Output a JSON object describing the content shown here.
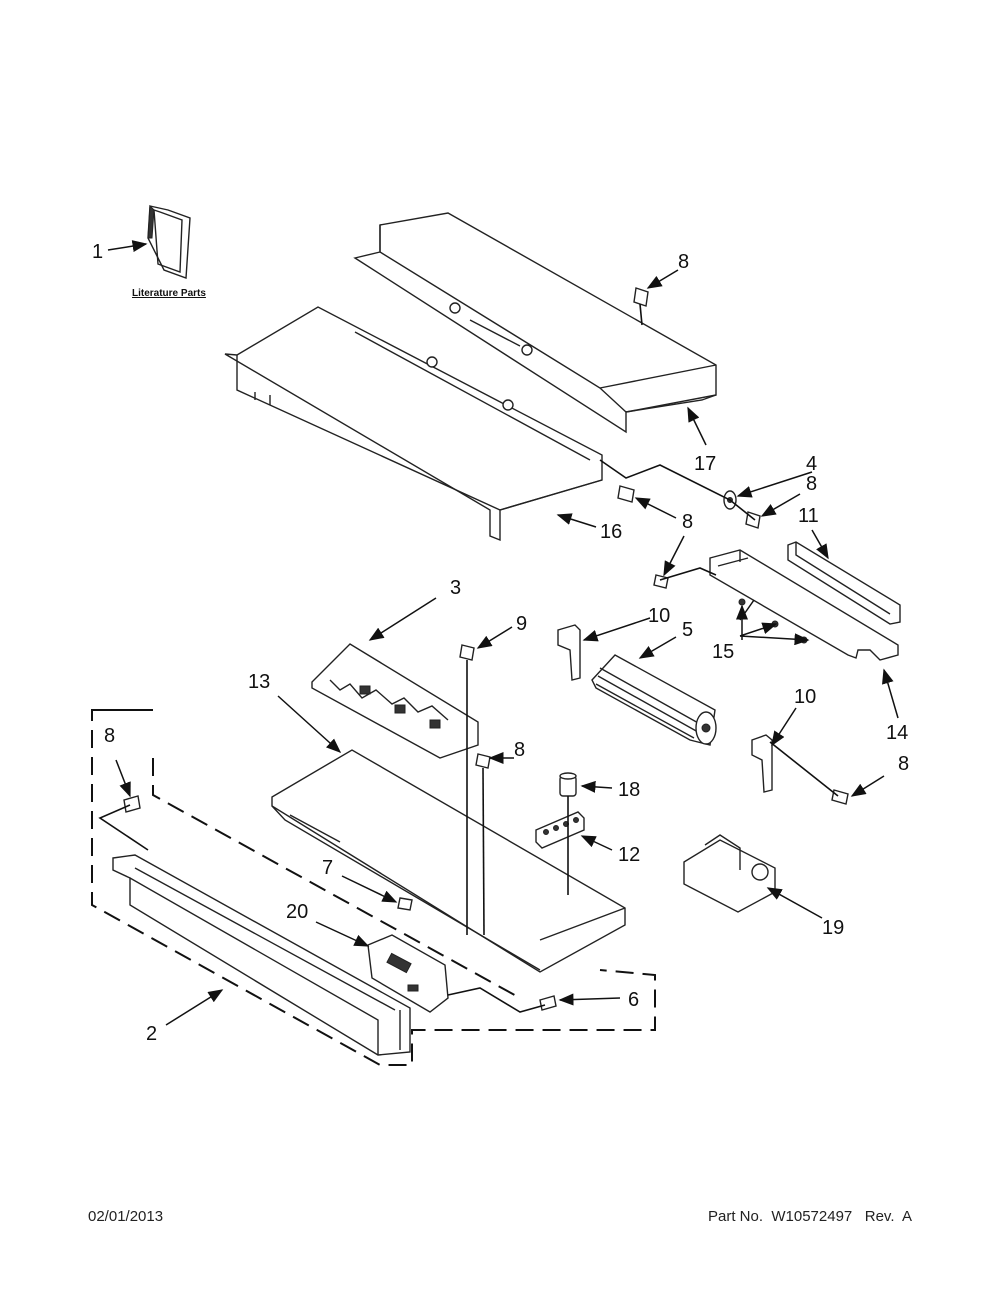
{
  "diagram": {
    "literature_label": "Literature Parts",
    "callouts": {
      "c1": "1",
      "c2": "2",
      "c3": "3",
      "c4": "4",
      "c5": "5",
      "c6": "6",
      "c7": "7",
      "c8a": "8",
      "c8b": "8",
      "c8c": "8",
      "c8d": "8",
      "c8e": "8",
      "c8f": "8",
      "c9": "9",
      "c10a": "10",
      "c10b": "10",
      "c11": "11",
      "c12": "12",
      "c13": "13",
      "c14": "14",
      "c15": "15",
      "c16": "16",
      "c17": "17",
      "c18": "18",
      "c19": "19",
      "c20": "20"
    }
  },
  "footer": {
    "date": "02/01/2013",
    "part_number": "Part No.  W10572497   Rev.  A"
  }
}
